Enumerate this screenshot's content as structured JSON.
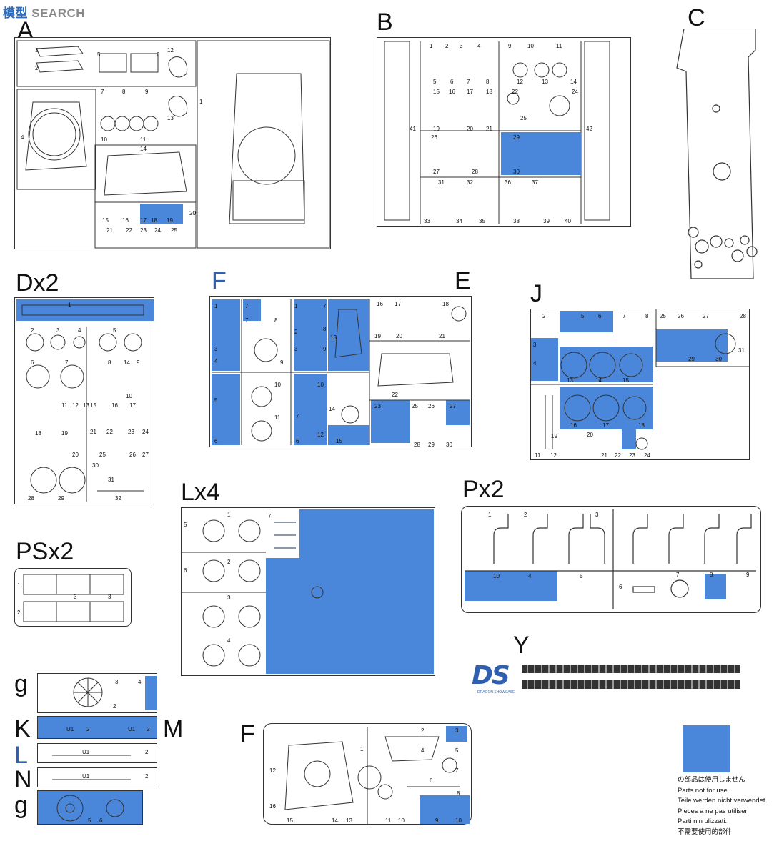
{
  "watermark": {
    "logo": "模型",
    "text": "SEARCH"
  },
  "sprues": {
    "A": "A",
    "B": "B",
    "C": "C",
    "Dx2": "Dx2",
    "F_top": "F",
    "E": "E",
    "J": "J",
    "Lx4": "Lx4",
    "Px2": "Px2",
    "PSx2": "PSx2",
    "Y": "Y",
    "g_top": "g",
    "K": "K",
    "M": "M",
    "L": "L",
    "N": "N",
    "g_bottom": "g",
    "F_bottom": "F"
  },
  "legend": {
    "color": "#4a86d9",
    "lines": [
      "の部品は使用しません",
      "Parts not for use.",
      "Teile werden nicht verwendet.",
      "Pieces a ne pas utiliser.",
      "Parti nin ulizzati.",
      "不需要使用的部件"
    ]
  },
  "logo": {
    "text": "DS",
    "sub": "DRAGON SHOWCASE"
  },
  "colors": {
    "unused": "#4a86d9",
    "line": "#333333"
  }
}
